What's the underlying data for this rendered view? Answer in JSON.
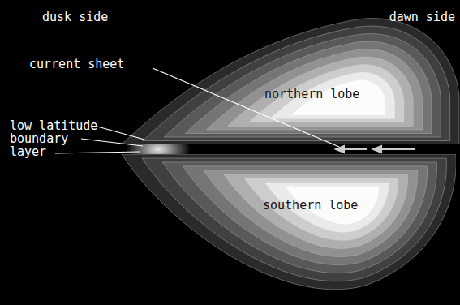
{
  "diagram": {
    "nodes": [
      {
        "text": [
          "northern lobe"
        ]
      },
      {
        "text": [
          "southern lobe"
        ]
      }
    ],
    "labels": [
      "dusk side",
      "dawn side",
      "current sheet",
      "low latitude boundary layer"
    ]
  }
}
